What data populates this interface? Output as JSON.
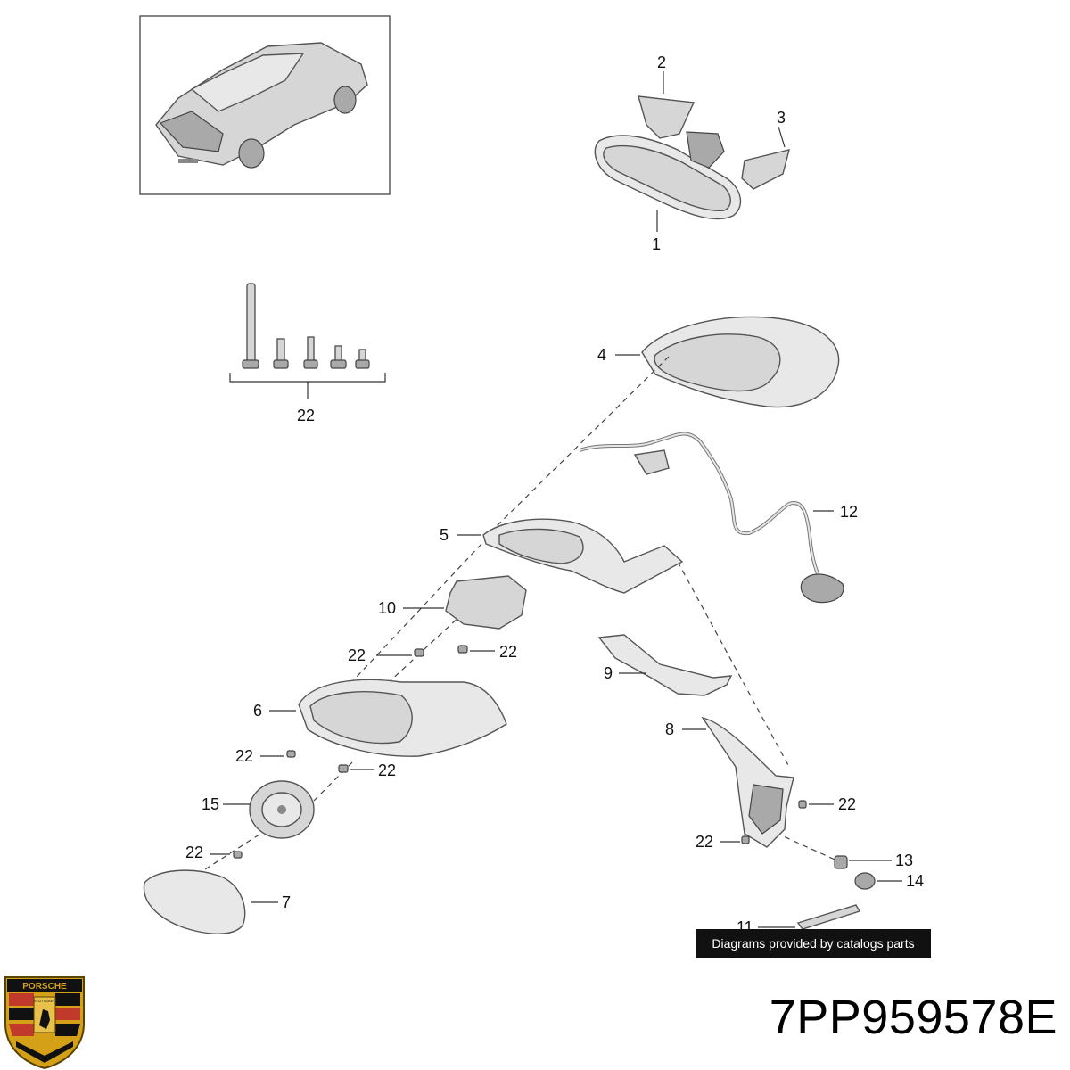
{
  "diagram": {
    "callouts": {
      "c1": "1",
      "c2": "2",
      "c3": "3",
      "c4": "4",
      "c5": "5",
      "c6": "6",
      "c7": "7",
      "c8": "8",
      "c9": "9",
      "c10": "10",
      "c11": "11",
      "c12": "12",
      "c13": "13",
      "c14": "14",
      "c15": "15",
      "c22": "22"
    }
  },
  "banner": {
    "text": "Diagrams provided by catalogs parts"
  },
  "part_number": "7PP959578E",
  "brand": {
    "crest_text": "PORSCHE",
    "crest_subtext": "STUTTGART"
  },
  "colors": {
    "part_fill": "#d6d6d6",
    "outline": "#555555",
    "banner_bg": "#111111",
    "crest_red": "#c0392b",
    "crest_gold": "#d4a017"
  }
}
